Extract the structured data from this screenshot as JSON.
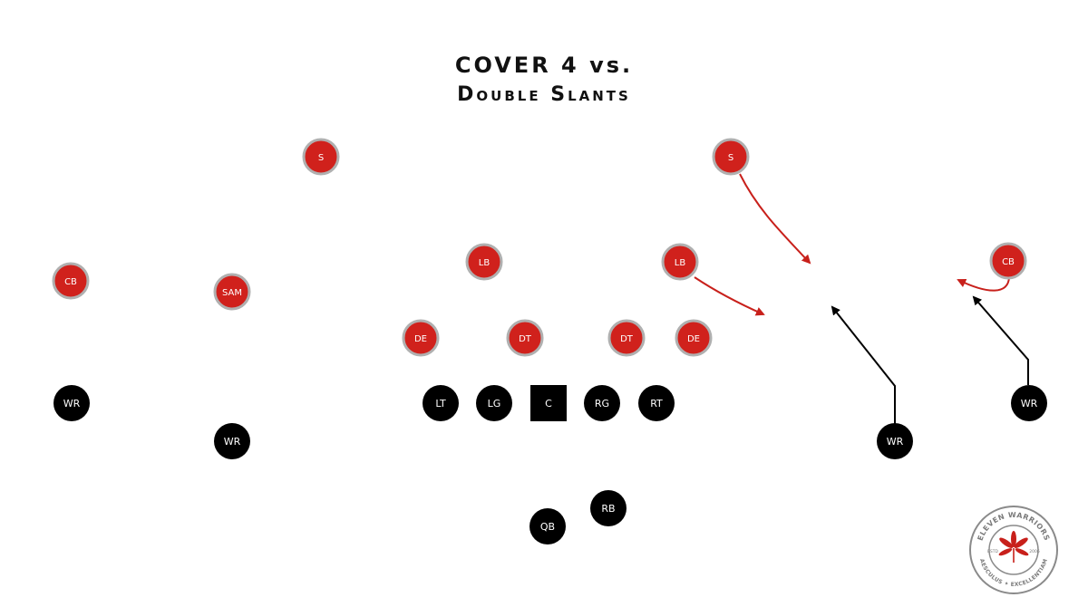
{
  "title": {
    "line1": "COVER 4 vs.",
    "line2": "Double Slants"
  },
  "colors": {
    "defense_fill": "#d0211c",
    "defense_ring": "#b0b0b0",
    "offense_fill": "#000000",
    "defense_route": "#c8201b",
    "offense_route": "#000000",
    "label_text": "#ffffff"
  },
  "defense": [
    {
      "label": "S"
    },
    {
      "label": "S"
    },
    {
      "label": "LB"
    },
    {
      "label": "LB"
    },
    {
      "label": "CB"
    },
    {
      "label": "SAM"
    },
    {
      "label": "CB"
    },
    {
      "label": "DE"
    },
    {
      "label": "DT"
    },
    {
      "label": "DT"
    },
    {
      "label": "DE"
    }
  ],
  "offense": [
    {
      "label": "WR"
    },
    {
      "label": "WR"
    },
    {
      "label": "LT"
    },
    {
      "label": "LG"
    },
    {
      "label": "C"
    },
    {
      "label": "RG"
    },
    {
      "label": "RT"
    },
    {
      "label": "WR"
    },
    {
      "label": "WR"
    },
    {
      "label": "QB"
    },
    {
      "label": "RB"
    }
  ],
  "logo": {
    "top_text": "ELEVEN WARRIORS",
    "bottom_text": "AESCULUS ✦ EXCELLENTIAM",
    "estd": "ESTD",
    "year": "2006",
    "icon": "buckeye-leaf-icon"
  }
}
